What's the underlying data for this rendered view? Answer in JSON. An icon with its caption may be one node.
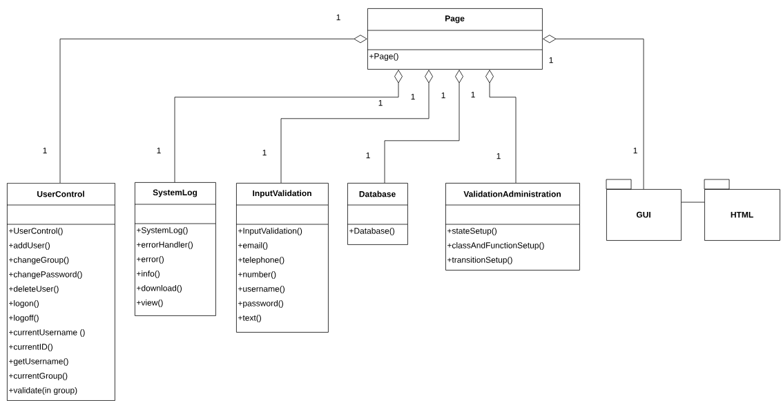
{
  "diagram": {
    "nodes": [
      {
        "text": [
          "Page",
          "+Page()"
        ]
      },
      {
        "text": [
          "UserControl",
          "+UserControl()",
          "+addUser()",
          "+changeGroup()",
          "+changePassword()",
          "+deleteUser()",
          "+logon()",
          "+logoff()",
          "+currentUsername ()",
          "+currentID()",
          "+getUsername()",
          "+currentGroup()",
          "+validate(in group)"
        ]
      },
      {
        "text": [
          "SystemLog",
          "+SystemLog()",
          "+errorHandler()",
          "+error()",
          "+info()",
          "+download()",
          "+view()"
        ]
      },
      {
        "text": [
          "InputValidation",
          "+InputValidation()",
          "+email()",
          "+telephone()",
          "+number()",
          "+username()",
          "+password()",
          "+text()"
        ]
      },
      {
        "text": [
          "Database",
          "+Database()"
        ]
      },
      {
        "text": [
          "ValidationAdministration",
          "+stateSetup()",
          "+classAndFunctionSetup()",
          "+transitionSetup()"
        ]
      },
      {
        "text": [
          "GUI"
        ]
      },
      {
        "text": [
          "HTML"
        ]
      }
    ],
    "edges": [
      {
        "from": 0,
        "to": 1,
        "arrow": "other"
      },
      {
        "from": 0,
        "to": 6,
        "arrow": "other"
      },
      {
        "from": 0,
        "to": 2,
        "arrow": "other"
      },
      {
        "from": 0,
        "to": 3,
        "arrow": "other"
      },
      {
        "from": 0,
        "to": 4,
        "arrow": "other"
      },
      {
        "from": 0,
        "to": 5,
        "arrow": "other"
      },
      {
        "from": 6,
        "to": 7,
        "arrow": "none"
      }
    ],
    "labels": [
      "1",
      "1",
      "1",
      "1",
      "1",
      "1",
      "1",
      "1",
      "1",
      "1",
      "1",
      "1"
    ]
  }
}
